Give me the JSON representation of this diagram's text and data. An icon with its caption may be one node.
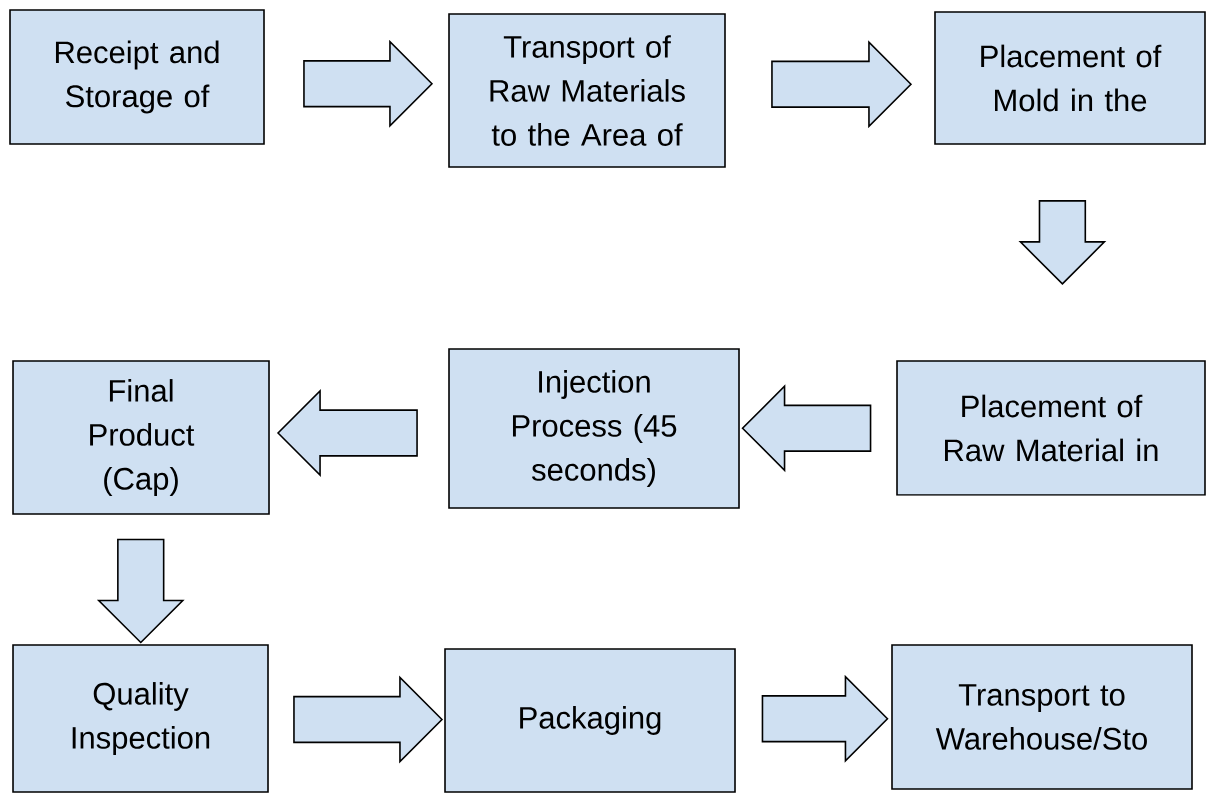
{
  "diagram": {
    "nodes": [
      {
        "text": [
          "Receipt and Storage of"
        ]
      },
      {
        "text": [
          "Transport of Raw Materials to the Area of"
        ]
      },
      {
        "text": [
          "Placement of Mold in the"
        ]
      },
      {
        "text": [
          "Placement of Raw Material in"
        ]
      },
      {
        "text": [
          "Injection Process (45 seconds)"
        ]
      },
      {
        "text": [
          "Final Product (Cap)"
        ]
      },
      {
        "text": [
          "Quality Inspection"
        ]
      },
      {
        "text": [
          "Packaging"
        ]
      },
      {
        "text": [
          "Transport to Warehouse/Sto"
        ]
      }
    ],
    "edges": [
      {
        "from": 0,
        "to": 1,
        "arrow": "to"
      },
      {
        "from": 1,
        "to": 2,
        "arrow": "to"
      },
      {
        "from": 2,
        "to": 3,
        "arrow": "to"
      },
      {
        "from": 3,
        "to": 4,
        "arrow": "to"
      },
      {
        "from": 4,
        "to": 5,
        "arrow": "to"
      },
      {
        "from": 5,
        "to": 6,
        "arrow": "to"
      },
      {
        "from": 6,
        "to": 7,
        "arrow": "to"
      },
      {
        "from": 7,
        "to": 8,
        "arrow": "to"
      }
    ]
  }
}
